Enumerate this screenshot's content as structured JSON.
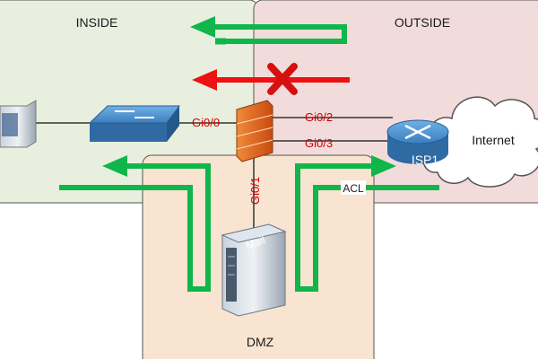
{
  "zones": {
    "inside": "INSIDE",
    "outside": "OUTSIDE",
    "dmz": "DMZ"
  },
  "devices": {
    "isp": "ISP1",
    "internet": "Internet",
    "mail": "Mail"
  },
  "ports": {
    "gi0_0": "Gi0/0",
    "gi0_1": "Gi0/1",
    "gi0_2": "Gi0/2",
    "gi0_3": "Gi0/3"
  },
  "acl": "ACL",
  "colors": {
    "inside_zone": "#e8efdf",
    "outside_zone": "#f2dcdb",
    "dmz_zone": "#f8e4d0",
    "allowed_arrow": "#10b64a",
    "blocked_arrow": "#ee1111",
    "port_text": "#d10000",
    "device_blue": "#3a7fbf"
  }
}
